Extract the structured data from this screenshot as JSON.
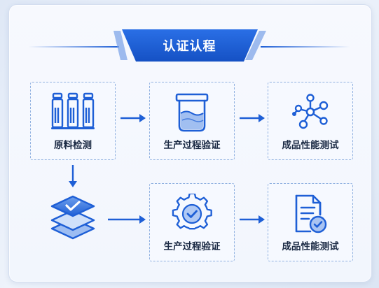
{
  "title": "认证认程",
  "nodes": [
    {
      "id": "raw-material-testing",
      "label": "原料检测",
      "icon": "test-tubes-icon"
    },
    {
      "id": "process-validation-1",
      "label": "生产过程验证",
      "icon": "beaker-icon"
    },
    {
      "id": "product-testing-1",
      "label": "成品性能测试",
      "icon": "molecule-network-icon"
    },
    {
      "id": "layers-stack",
      "label": "",
      "icon": "layers-check-icon"
    },
    {
      "id": "process-validation-2",
      "label": "生产过程验证",
      "icon": "gear-check-icon"
    },
    {
      "id": "product-testing-2",
      "label": "成品性能测试",
      "icon": "document-check-icon"
    }
  ],
  "edges": [
    {
      "from": "raw-material-testing",
      "to": "process-validation-1"
    },
    {
      "from": "process-validation-1",
      "to": "product-testing-1"
    },
    {
      "from": "raw-material-testing",
      "to": "layers-stack"
    },
    {
      "from": "layers-stack",
      "to": "process-validation-2"
    },
    {
      "from": "process-validation-2",
      "to": "product-testing-2"
    }
  ],
  "colors": {
    "accent": "#1e5fd6",
    "accent_light": "#5b8fe6",
    "border": "#8fb0e0",
    "text": "#1b2a44"
  }
}
